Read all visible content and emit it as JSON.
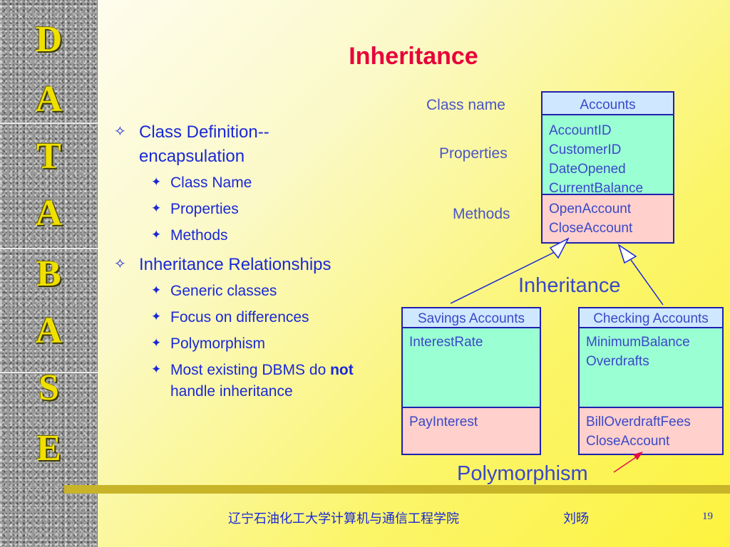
{
  "sidebar": {
    "letters": [
      "D",
      "A",
      "T",
      "A",
      "B",
      "A",
      "S",
      "E"
    ]
  },
  "slide": {
    "title": "Inheritance"
  },
  "bullets": {
    "glyph_level1": "✧",
    "glyph_level2": "✦",
    "item1": {
      "line1": "Class Definition--",
      "line2": "encapsulation"
    },
    "item1_sub": [
      "Class Name",
      "Properties",
      "Methods"
    ],
    "item2": "Inheritance Relationships",
    "item2_sub": [
      "Generic classes",
      "Focus on differences",
      "Polymorphism"
    ],
    "item2_last": {
      "pre": "Most existing DBMS do ",
      "bold": "not",
      "line2": "handle inheritance"
    }
  },
  "diagram": {
    "label_class_name": "Class name",
    "label_properties": "Properties",
    "label_methods": "Methods",
    "label_inheritance": "Inheritance",
    "label_polymorphism": "Polymorphism",
    "accounts": {
      "name": "Accounts",
      "properties": [
        "AccountID",
        "CustomerID",
        "DateOpened",
        "CurrentBalance"
      ],
      "methods": [
        "OpenAccount",
        "CloseAccount"
      ]
    },
    "savings": {
      "name": "Savings Accounts",
      "properties": [
        "InterestRate"
      ],
      "methods": [
        "PayInterest"
      ]
    },
    "checking": {
      "name": "Checking Accounts",
      "properties": [
        "MinimumBalance",
        "Overdrafts"
      ],
      "methods": [
        "BillOverdraftFees",
        "CloseAccount"
      ]
    }
  },
  "footer": {
    "institution": "辽宁石油化工大学计算机与通信工程学院",
    "author": "刘旸",
    "page_number": "19"
  },
  "colors": {
    "title": "#e8003a",
    "text": "#1a28d8",
    "header_fill": "#cfe8ff",
    "properties_fill": "#9bffd4",
    "methods_fill": "#ffd0cc",
    "sidebar_letter": "#f0e000",
    "polymorphism_arrow": "#e0104a"
  }
}
